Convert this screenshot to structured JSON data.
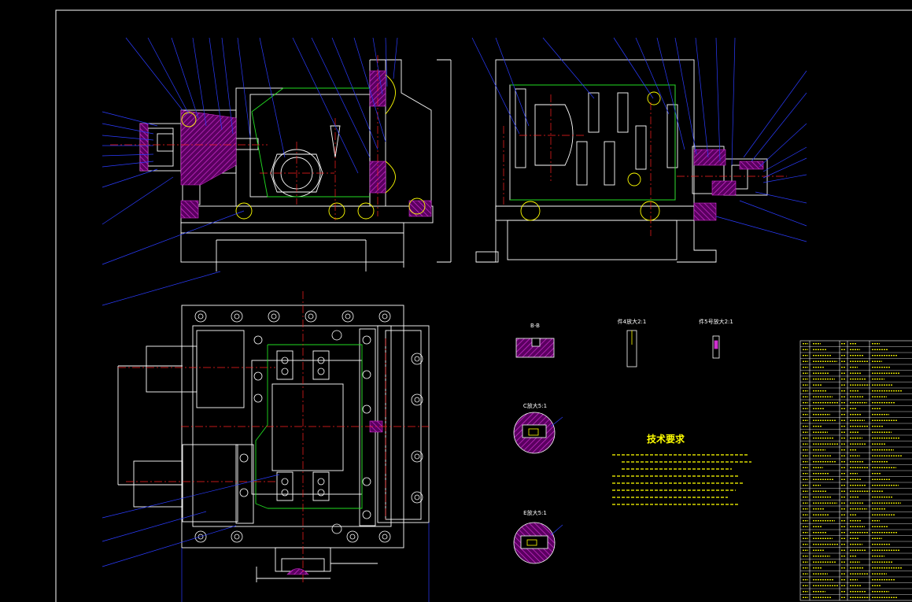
{
  "colors": {
    "background": "#000000",
    "outline": "#ffffff",
    "leader": "#2b3cff",
    "centerline": "#ff2020",
    "section_hatch": "#b000b0",
    "hidden_part": "#22dd22",
    "highlight": "#ffff00",
    "dimension": "#ffffff"
  },
  "technical_requirements": {
    "title": "技术要求"
  },
  "detail_views": {
    "section_bb": "B-B",
    "detail_1": "件4放大2:1",
    "detail_2": "件5号放大2:1",
    "detail_c": "C放大5:1",
    "detail_e": "E放大5:1"
  }
}
